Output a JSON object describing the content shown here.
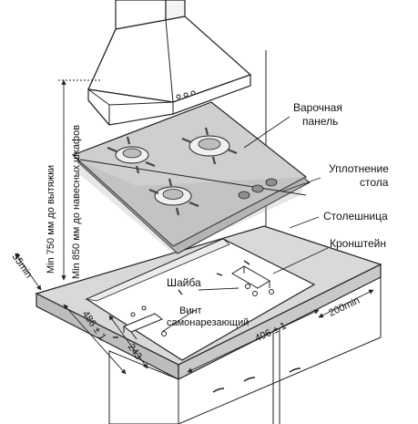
{
  "labels": {
    "hob": [
      "Варочная",
      "панель"
    ],
    "seal": [
      "Уплотнение",
      "стола"
    ],
    "countertop": "Столешница",
    "bracket": "Кронштейн",
    "washer": "Шайба",
    "screw": [
      "Винт",
      "самонарезающий"
    ],
    "min750": "Min 750 мм до вытяжки",
    "min850": "Min 850 мм до навесных шкафов",
    "d55": "55min",
    "d200": "200min",
    "d486": "486 ± 1",
    "d243": "243",
    "d406": "406 ± 1"
  },
  "colors": {
    "line": "#222222",
    "hood": "#ffffff",
    "glass": "#cfcfcf",
    "glass_dark": "#9e9e9e",
    "counter_top": "#d9d9d9",
    "counter_edge": "#bdbdbd",
    "cabinet": "#ffffff"
  }
}
